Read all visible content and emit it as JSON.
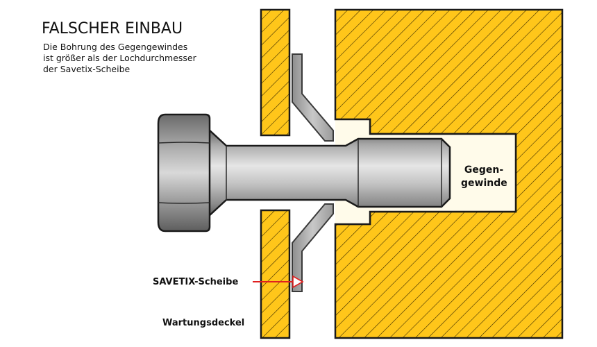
{
  "title": "FALSCHER EINBAU",
  "description_lines": [
    "Die Bohrung des Gegengewindes",
    "ist größer als der Lochdurchmesser",
    "der Savetix-Scheibe"
  ],
  "labels": {
    "thread_line1": "Gegen-",
    "thread_line2": "gewinde",
    "washer": "SAVETIX-Scheibe",
    "cover": "Wartungsdeckel"
  },
  "colors": {
    "material": "#FFC61A",
    "hatch": "#3a2a00",
    "bore": "#FFFBEA",
    "outline": "#1a1a1a",
    "bolt_light": "#d8d8d8",
    "bolt_dark": "#6a6a6a",
    "washer": "#b5b5b5",
    "arrow": "#e02020"
  }
}
